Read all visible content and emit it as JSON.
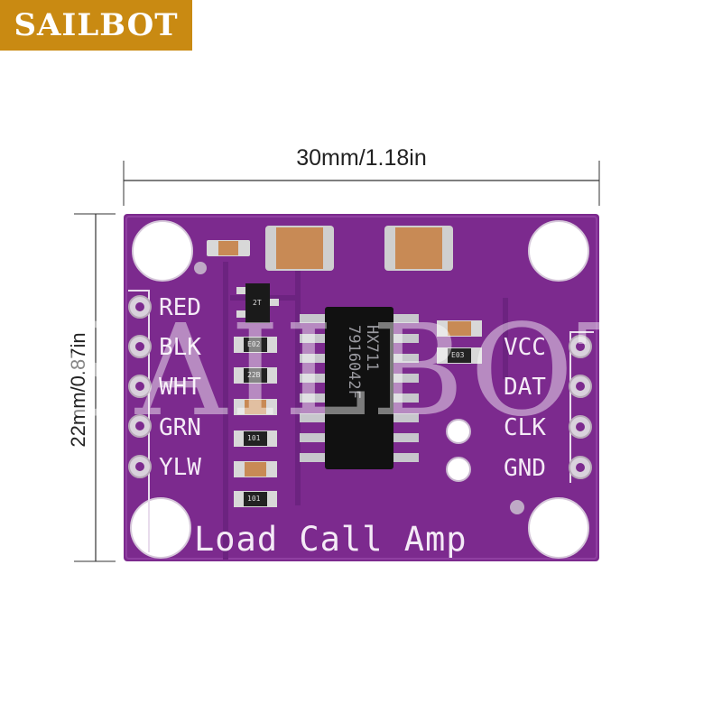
{
  "logo": {
    "text": "SAILBOT",
    "color": "#c98a12"
  },
  "dimensions": {
    "width_label": "30mm/1.18in",
    "height_label": "22mm/0.87in"
  },
  "board": {
    "color": "#7c2a8e",
    "title": "Load Call Amp",
    "left_pins": [
      "RED",
      "BLK",
      "WHT",
      "GRN",
      "YLW"
    ],
    "right_pins": [
      "VCC",
      "DAT",
      "CLK",
      "GND"
    ],
    "chip": {
      "line1": "HX711",
      "line2": "7916042F"
    },
    "smd_labels": {
      "transistor": "2T",
      "r1": "E02",
      "r2": "22B",
      "r3": "101",
      "r4": "101",
      "r5": "E03"
    }
  },
  "watermark": {
    "text": "SAILBOT"
  }
}
